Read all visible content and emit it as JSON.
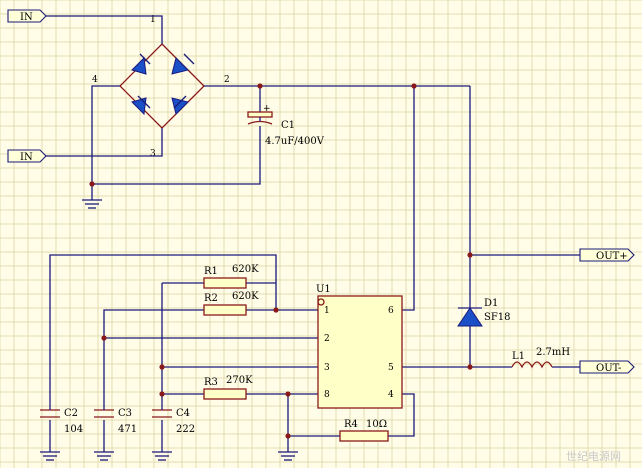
{
  "ports": {
    "in_top": "IN",
    "in_bottom": "IN",
    "out_plus": "OUT+",
    "out_minus": "OUT-"
  },
  "bridge": {
    "pin1": "1",
    "pin2": "2",
    "pin3": "3",
    "pin4": "4"
  },
  "capacitor_c1": {
    "ref": "C1",
    "value": "4.7uF/400V",
    "polarity": "+"
  },
  "resistors": {
    "r1": {
      "ref": "R1",
      "value": "620K"
    },
    "r2": {
      "ref": "R2",
      "value": "620K"
    },
    "r3": {
      "ref": "R3",
      "value": "270K"
    },
    "r4": {
      "ref": "R4",
      "value": "10Ω"
    }
  },
  "capacitors": {
    "c2": {
      "ref": "C2",
      "value": "104"
    },
    "c3": {
      "ref": "C3",
      "value": "471"
    },
    "c4": {
      "ref": "C4",
      "value": "222"
    }
  },
  "ic_u1": {
    "ref": "U1",
    "pin1": "1",
    "pin2": "2",
    "pin3": "3",
    "pin4": "4",
    "pin5": "5",
    "pin6": "6",
    "pin8": "8"
  },
  "diode_d1": {
    "ref": "D1",
    "value": "SF18"
  },
  "inductor_l1": {
    "ref": "L1",
    "value": "2.7mH"
  },
  "watermark": "世纪电源网",
  "colors": {
    "background": "#fffde8",
    "grid": "#e3dcb0",
    "wire": "#1a1a7a",
    "component": "#8a1a1a",
    "diode": "#1a4fc8",
    "body_fill": "#ffffc8"
  }
}
